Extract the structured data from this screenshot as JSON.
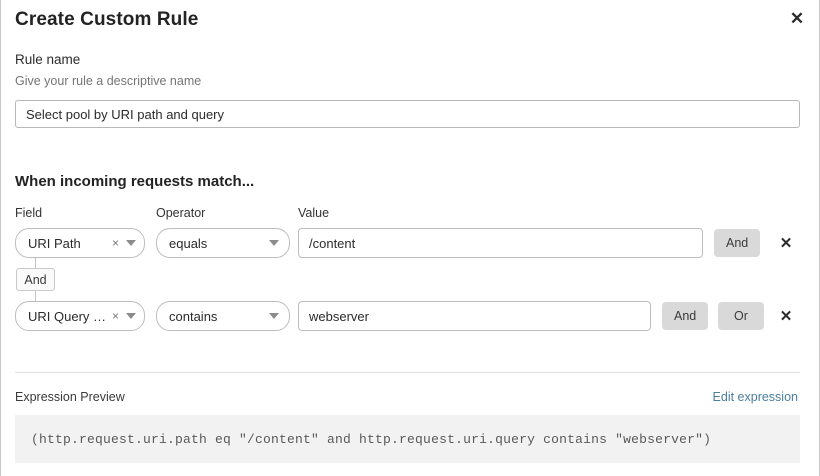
{
  "modal": {
    "title": "Create Custom Rule",
    "close_label": "✕"
  },
  "rule_name": {
    "label": "Rule name",
    "help": "Give your rule a descriptive name",
    "value": "Select pool by URI path and query",
    "placeholder": "Select pool by URI path and query"
  },
  "match": {
    "heading": "When incoming requests match...",
    "columns": {
      "field": "Field",
      "operator": "Operator",
      "value": "Value"
    },
    "connector": {
      "label": "And"
    },
    "rows": [
      {
        "field": "URI Path",
        "field_clear": "×",
        "operator": "equals",
        "value": "/content",
        "and_label": "And",
        "delete_label": "✕"
      },
      {
        "field": "URI Query St...",
        "field_clear": "×",
        "operator": "contains",
        "value": "webserver",
        "and_label": "And",
        "or_label": "Or",
        "delete_label": "✕"
      }
    ]
  },
  "expression": {
    "label": "Expression Preview",
    "edit_link": "Edit expression",
    "code": "(http.request.uri.path eq \"/content\" and http.request.uri.query contains \"webserver\")"
  },
  "colors": {
    "accent_link": "#4b7f9e",
    "logic_button_bg": "#d9d9d9",
    "expression_bg": "#f2f2f2"
  }
}
